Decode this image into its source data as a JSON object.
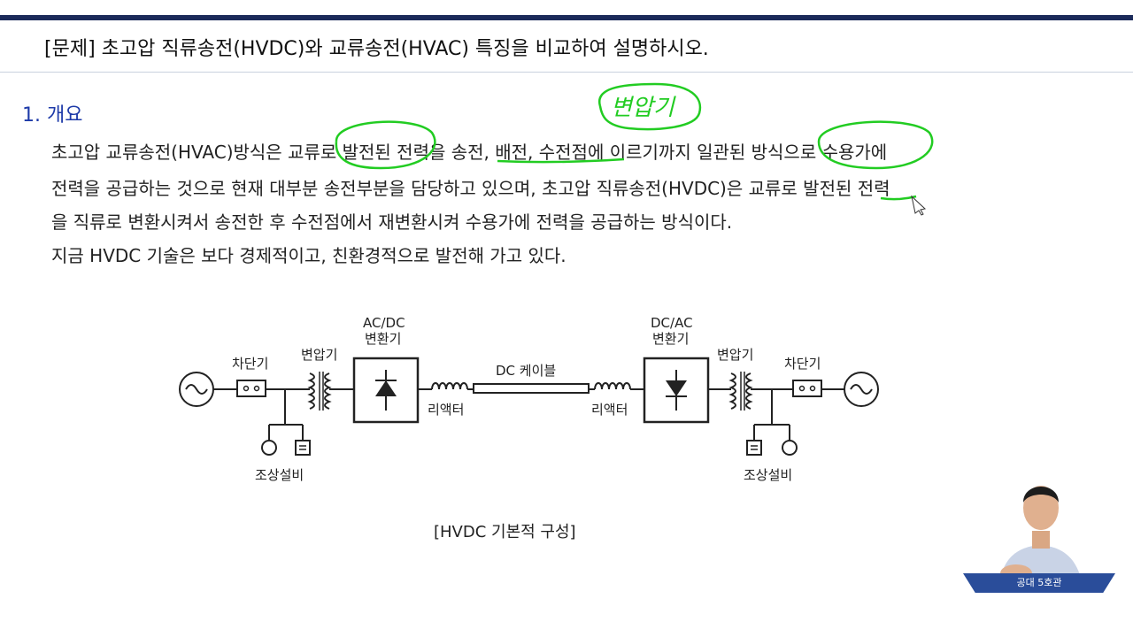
{
  "header": {
    "title": "[문제] 초고압 직류송전(HVDC)와 교류송전(HVAC) 특징을 비교하여 설명하시오."
  },
  "section": {
    "title": "1. 개요"
  },
  "body": {
    "line1": "초고압 교류송전(HVAC)방식은 교류로 발전된 전력을 송전, 배전, 수전점에 이르기까지 일관된 방식으로 수용가에",
    "line2": "전력을 공급하는 것으로 현재 대부분 송전부분을 담당하고 있으며, 초고압 직류송전(HVDC)은 교류로 발전된 전력",
    "line3": "을 직류로 변환시켜서 송전한 후 수전점에서 재변환시켜 수용가에 전력을 공급하는 방식이다.",
    "line4": "지금 HVDC 기술은 보다 경제적이고, 친환경적으로 발전해 가고 있다."
  },
  "annotation": {
    "handwritten": "변압기",
    "color": "#22cc22"
  },
  "diagram": {
    "left_breaker": "차단기",
    "left_transformer": "변압기",
    "acdc_converter_line1": "AC/DC",
    "acdc_converter_line2": "변환기",
    "cable": "DC 케이블",
    "dcac_converter_line1": "DC/AC",
    "dcac_converter_line2": "변환기",
    "right_transformer": "변압기",
    "right_breaker": "차단기",
    "left_reactor": "리액터",
    "right_reactor": "리액터",
    "left_compensator": "조상설비",
    "right_compensator": "조상설비"
  },
  "caption": "[HVDC 기본적 구성]",
  "webcam": {
    "label": "공대 5호관"
  },
  "colors": {
    "header_bar": "#1b2a5a",
    "section_title": "#1d3aa8",
    "webcam_label_bg": "#2a4d9a"
  }
}
